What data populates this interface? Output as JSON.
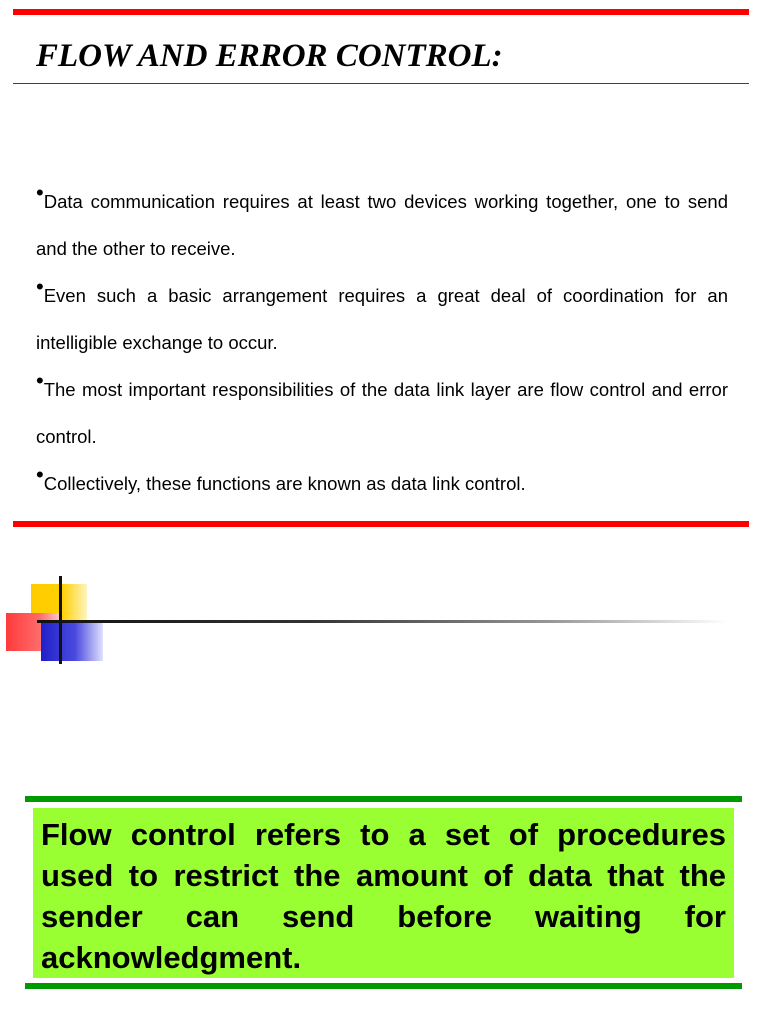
{
  "slide1": {
    "title": "FLOW AND ERROR CONTROL:",
    "bullet_glyph": "•",
    "bullets": [
      "Data communication requires at least two devices working together, one to send and the other to receive.",
      "Even such a basic arrangement requires a great deal of coordination for an intelligible exchange to occur.",
      "The most important responsibilities of the data link layer are flow control and error control.",
      "Collectively, these functions are known as data link control."
    ]
  },
  "slide2": {
    "definition": "Flow control refers to a set of procedures used to restrict  the amount of data that the sender can send  before waiting for acknowledgment."
  },
  "colors": {
    "title_rule": "#ff0000",
    "green_rule": "#009900",
    "box_fill": "#99ff33"
  }
}
